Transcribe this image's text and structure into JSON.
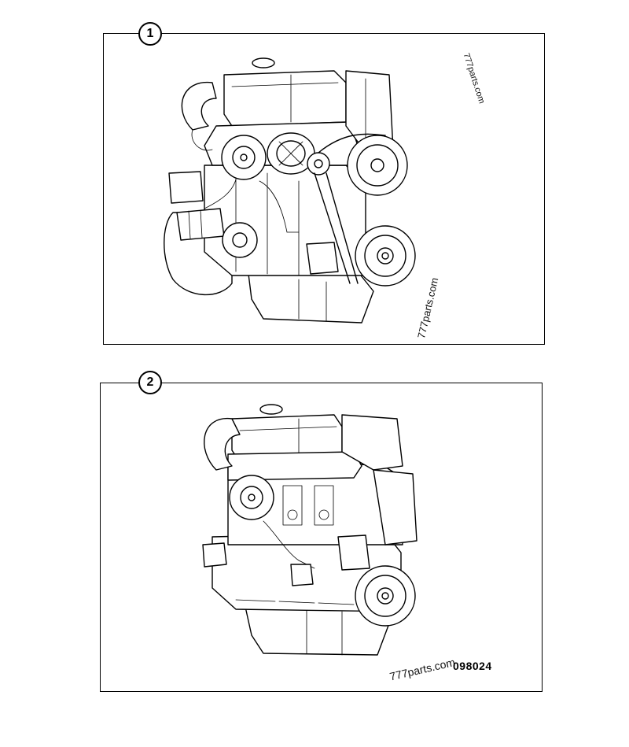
{
  "panels": [
    {
      "number": "1",
      "watermarks": [
        "777parts.com",
        "777parts.com"
      ]
    },
    {
      "number": "2",
      "watermarks": [
        "777parts.com"
      ],
      "part_number": "098024"
    }
  ],
  "icons": [
    "engine-assembly-view-1-icon",
    "engine-assembly-view-2-icon"
  ],
  "colors": {
    "line": "#000000",
    "background": "#ffffff"
  }
}
